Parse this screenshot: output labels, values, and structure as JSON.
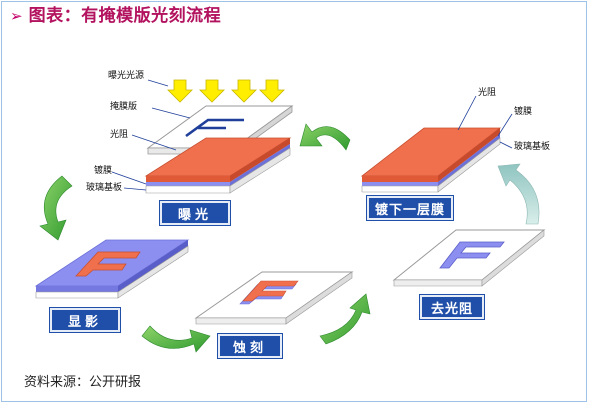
{
  "header": {
    "bullet": "➢",
    "title": "图表：有掩模版光刻流程"
  },
  "annotations": {
    "light_source": "曝光光源",
    "mask": "掩膜版",
    "photoresist_top": "光阻",
    "plating_left": "镀膜",
    "glass_left": "玻璃基板",
    "photoresist_right": "光阻",
    "plating_right": "镀膜",
    "glass_right": "玻璃基板"
  },
  "steps": {
    "exposure": "曝光",
    "plating": "镀下一层膜",
    "develop": "显影",
    "etch": "蚀刻",
    "strip": "去光阻"
  },
  "pattern_letter": "F",
  "colors": {
    "title": "#b3125f",
    "label_bg": "#1f4fa8",
    "photoresist": "#f0704e",
    "plating": "#8c8ff0",
    "glass": "#ffffff",
    "arrow_green": "#3aa63a",
    "arrow_light": "#a9d4d0",
    "light_yellow": "#ffee00"
  },
  "source": "资料来源：公开研报"
}
